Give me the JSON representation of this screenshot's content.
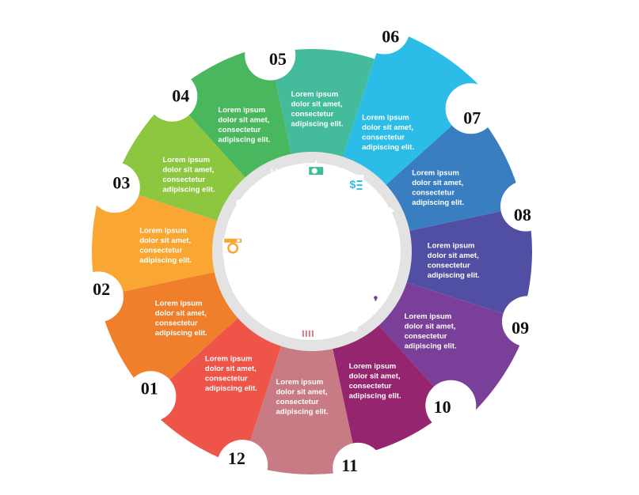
{
  "segments": [
    {
      "number": "01",
      "color": "#F07F2C",
      "text": [
        "Lorem ipsum",
        "dolor sit amet,",
        "consectetur",
        "adipiscing elit."
      ],
      "icon": "twitter-bird-icon"
    },
    {
      "number": "02",
      "color": "#F9A732",
      "text": [
        "Lorem ipsum",
        "dolor sit amet,",
        "consectetur",
        "adipiscing elit."
      ],
      "icon": "instagram-camera-icon"
    },
    {
      "number": "03",
      "color": "#8DC63F",
      "text": [
        "Lorem ipsum",
        "dolor sit amet,",
        "consectetur",
        "adipiscing elit."
      ],
      "icon": "people-group-icon"
    },
    {
      "number": "04",
      "color": "#49B75E",
      "text": [
        "Lorem ipsum",
        "dolor sit amet,",
        "consectetur",
        "adipiscing elit."
      ],
      "icon": "steaming-bowl-icon"
    },
    {
      "number": "05",
      "color": "#44BB9A",
      "text": [
        "Lorem ipsum",
        "dolor sit amet,",
        "consectetur",
        "adipiscing elit."
      ],
      "icon": "presentation-board-icon"
    },
    {
      "number": "06",
      "color": "#2BBDE8",
      "text": [
        "Lorem ipsum",
        "dolor sit amet,",
        "consectetur",
        "adipiscing elit."
      ],
      "icon": "dollar-receipt-icon"
    },
    {
      "number": "07",
      "color": "#3A7EC2",
      "text": [
        "Lorem ipsum",
        "dolor sit amet,",
        "consectetur",
        "adipiscing elit."
      ],
      "icon": "shuffle-arrows-icon"
    },
    {
      "number": "08",
      "color": "#514FA3",
      "text": [
        "Lorem ipsum",
        "dolor sit amet,",
        "consectetur",
        "adipiscing elit."
      ],
      "icon": "microphone-icon"
    },
    {
      "number": "09",
      "color": "#7A3F98",
      "text": [
        "Lorem ipsum",
        "dolor sit amet,",
        "consectetur",
        "adipiscing elit."
      ],
      "icon": "unlocked-padlock-icon"
    },
    {
      "number": "10",
      "color": "#96256F",
      "text": [
        "Lorem ipsum",
        "dolor sit amet,",
        "consectetur",
        "adipiscing elit."
      ],
      "icon": "share-nodes-icon"
    },
    {
      "number": "11",
      "color": "#C87A85",
      "text": [
        "Lorem ipsum",
        "dolor sit amet,",
        "consectetur",
        "adipiscing elit."
      ],
      "icon": "shopping-basket-icon"
    },
    {
      "number": "12",
      "color": "#EE5448",
      "text": [
        "Lorem ipsum",
        "dolor sit amet,",
        "consectetur",
        "adipiscing elit."
      ],
      "icon": "megaphone-speaker-icon"
    }
  ],
  "colors": {
    "ring": "#E3E3E3",
    "center": "#FFFFFF",
    "number_text": "#111111",
    "segment_text": "#FFFFFF"
  }
}
